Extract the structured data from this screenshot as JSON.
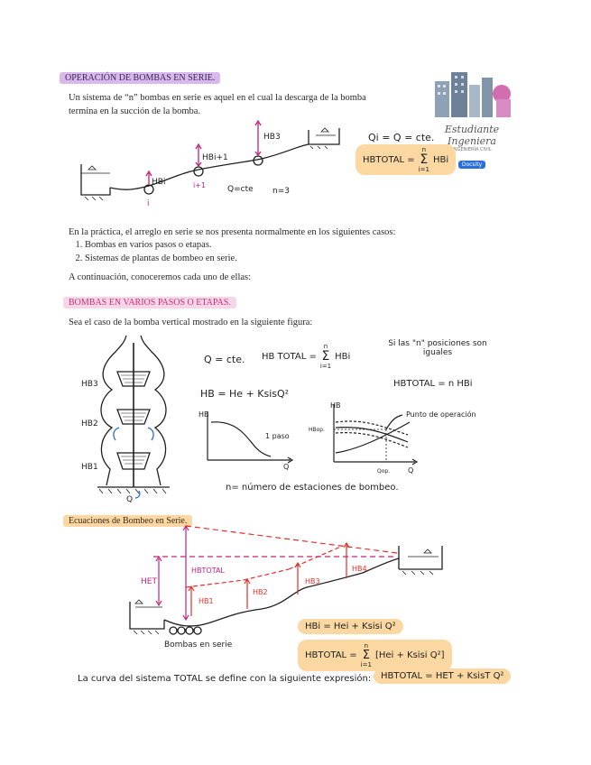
{
  "section1": {
    "title": "OPERACIÓN DE BOMBAS EN SERIE.",
    "intro": "Un sistema de “n” bombas en serie es aquel en el cual la descarga de la bomba termina en la succión de la bomba."
  },
  "logo": {
    "brand": "Estudiante Ingeniera",
    "subtitle": "INGENIERÍA CIVIL",
    "badge": "Docsity"
  },
  "diagram1": {
    "label_hbi": "HBi",
    "label_i": "i",
    "label_hbi1": "HBi+1",
    "label_i1": "i+1",
    "label_hb3": "HB3",
    "label_q": "Q=cte",
    "label_n": "n=3",
    "eq1": "Qi = Q = cte.",
    "eq2_left": "HBTOTAL =",
    "eq2_sum_top": "n",
    "eq2_sum_bottom": "i=1",
    "eq2_right": "HBi"
  },
  "practice": {
    "intro": "En la práctica, el arreglo en serie se nos presenta normalmente en los siguientes casos:",
    "items": [
      "Bombas en varios pasos o etapas.",
      "Sistemas de plantas de bombeo en serie."
    ],
    "next": "A continuación, conoceremos cada uno de ellas:"
  },
  "section2": {
    "title": "BOMBAS EN VARIOS PASOS O ETAPAS.",
    "intro": "Sea el caso de la bomba vertical mostrado en la siguiente figura:"
  },
  "diagram2": {
    "hb3": "HB3",
    "hb2": "HB2",
    "hb1": "HB1",
    "q": "Q",
    "eq_q": "Q = cte.",
    "eq_total_left": "HB TOTAL =",
    "eq_sum_top": "n",
    "eq_sum_bottom": "i=1",
    "eq_total_right": "HBi",
    "eq_hb": "HB = He + KsisQ²",
    "note1": "Si las \"n\" posiciones son iguales",
    "note2": "HBTOTAL = n HBi",
    "graph1_y": "HB",
    "graph1_x": "Q",
    "graph1_label": "1 paso",
    "graph2_y": "HB",
    "graph2_x": "Q",
    "graph2_hbop": "HBop.",
    "graph2_qop": "Qop.",
    "graph2_point": "Punto de operación",
    "n_note": "n= número de estaciones de bombeo."
  },
  "section3": {
    "title": "Ecuaciones de Bombeo en Serie.",
    "het": "HET",
    "hbtotal": "HBTOTAL",
    "hb1": "HB1",
    "hb2": "HB2",
    "hb3": "HB3",
    "hb4": "HB4",
    "pumps": "Bombas en serie",
    "f1": "HBi = Hei + Ksisi Q²",
    "f2_left": "HBTOTAL =",
    "f2_sum_top": "n",
    "f2_sum_bottom": "i=1",
    "f2_right": "[Hei + Ksisi Q²]",
    "curve_text": "La curva del sistema TOTAL se define con la siguiente expresión:",
    "f3": "HBTOTAL = HET + KsisT Q²"
  },
  "colors": {
    "purple_highlight": "#d9b8ec",
    "pink_highlight": "#f6d7ea",
    "orange_highlight": "#fbd7a2",
    "red_line": "#e0302a",
    "magenta_line": "#c1207d"
  }
}
